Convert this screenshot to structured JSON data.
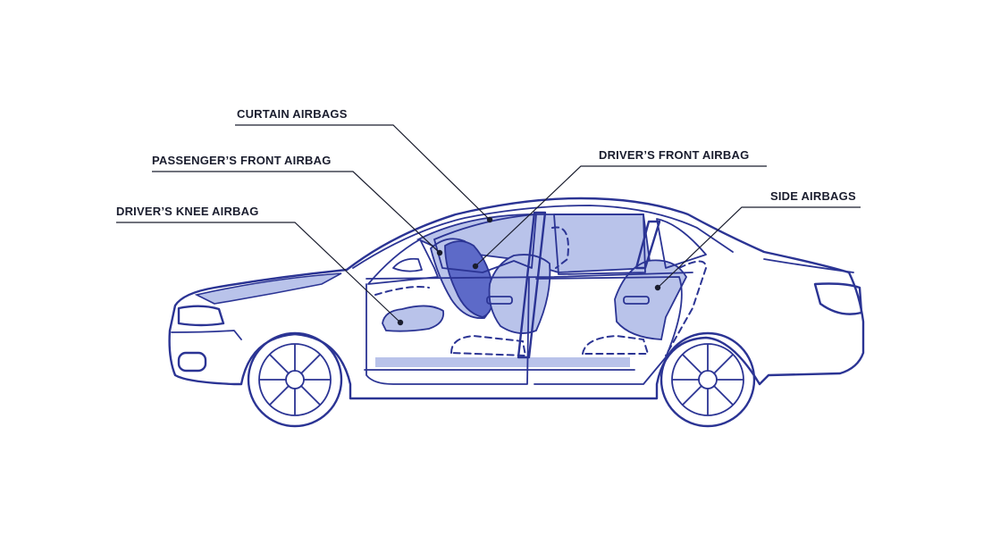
{
  "callouts": {
    "curtain": "CURTAIN AIRBAGS",
    "passenger_front": "PASSENGER’S FRONT AIRBAG",
    "driver_knee": "DRIVER’S KNEE AIRBAG",
    "driver_front": "DRIVER’S FRONT AIRBAG",
    "side": "SIDE AIRBAGS"
  },
  "colors": {
    "outline": "#2b3494",
    "airbag_fill": "#b9c3ea",
    "airbag_dark": "#5d6ac8",
    "text": "#1a1d2e"
  }
}
